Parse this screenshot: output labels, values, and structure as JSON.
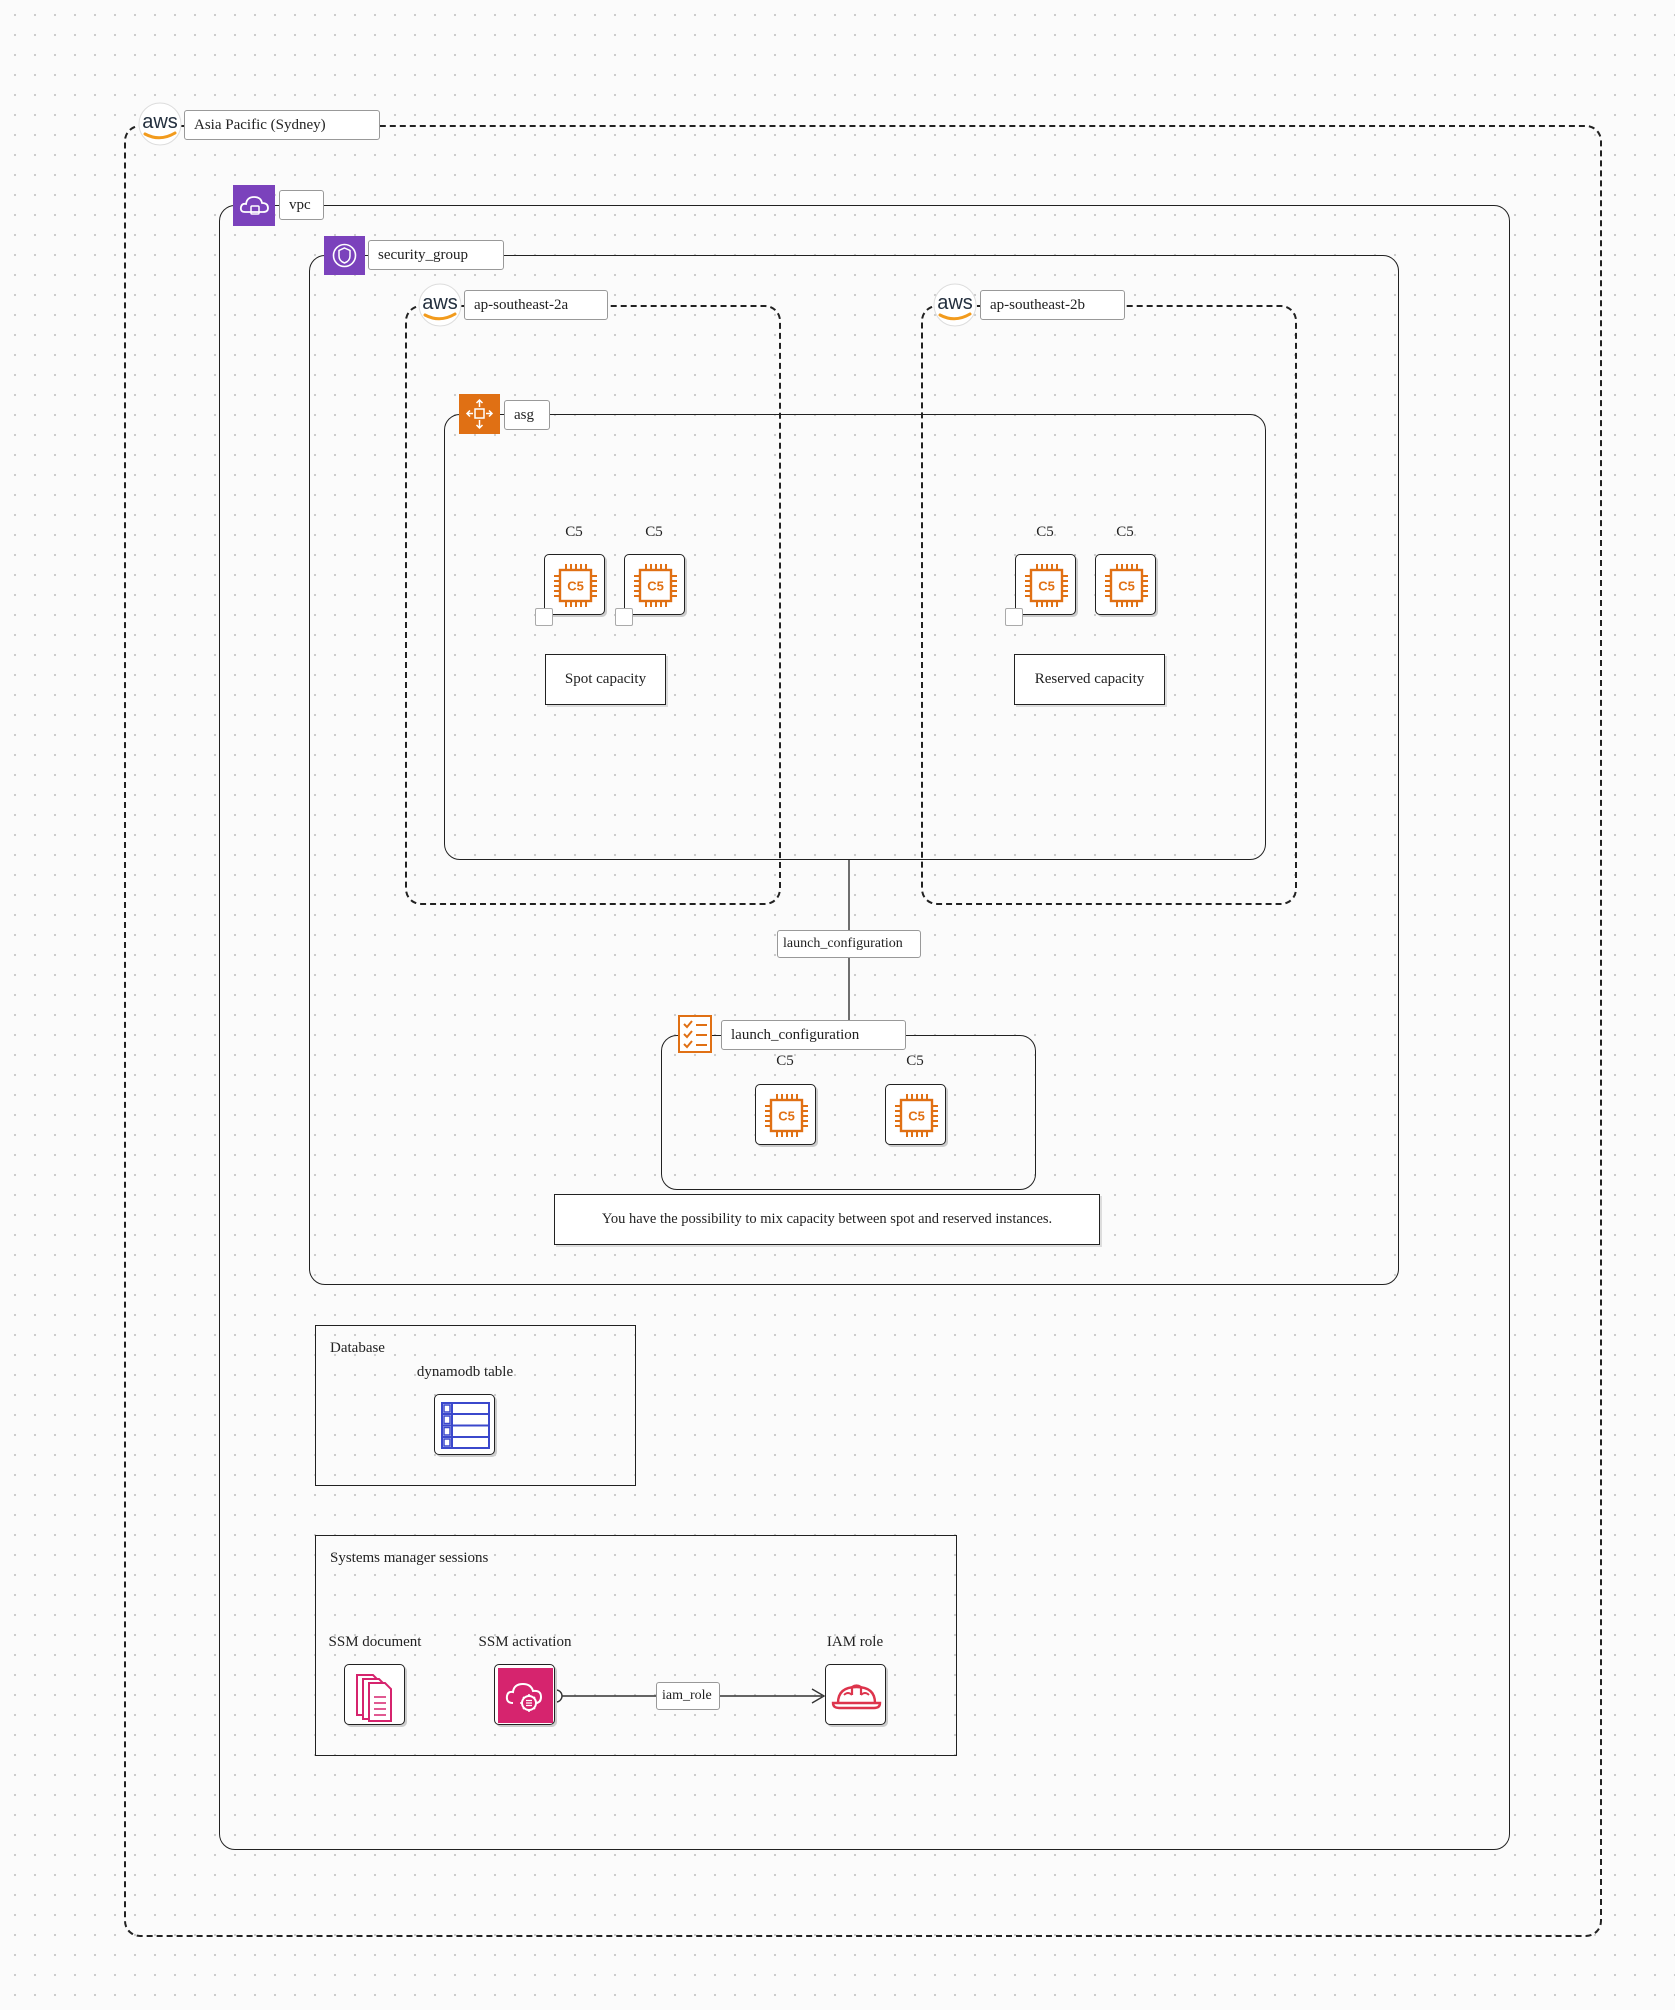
{
  "region": {
    "label": "Asia Pacific (Sydney)",
    "logo_text": "aws"
  },
  "vpc": {
    "label": "vpc"
  },
  "security_group": {
    "label": "security_group"
  },
  "az_a": {
    "label": "ap-southeast-2a",
    "logo_text": "aws"
  },
  "az_b": {
    "label": "ap-southeast-2b",
    "logo_text": "aws"
  },
  "asg": {
    "label": "asg"
  },
  "instances": {
    "a1": {
      "label": "C5",
      "chip_text": "C5"
    },
    "a2": {
      "label": "C5",
      "chip_text": "C5"
    },
    "b1": {
      "label": "C5",
      "chip_text": "C5"
    },
    "b2": {
      "label": "C5",
      "chip_text": "C5"
    },
    "lc1": {
      "label": "C5",
      "chip_text": "C5"
    },
    "lc2": {
      "label": "C5",
      "chip_text": "C5"
    }
  },
  "spot_capacity": {
    "label": "Spot capacity"
  },
  "reserved_capacity": {
    "label": "Reserved capacity"
  },
  "edge_launch_configuration": {
    "label": "launch_configuration"
  },
  "launch_configuration": {
    "label": "launch_configuration"
  },
  "note": {
    "text": "You have the possibility to mix capacity between spot and reserved instances."
  },
  "database": {
    "title": "Database",
    "table_label": "dynamodb table"
  },
  "ssm": {
    "title": "Systems manager sessions",
    "document_label": "SSM document",
    "activation_label": "SSM activation",
    "iam_role_label": "IAM role",
    "edge_label": "iam_role"
  },
  "colors": {
    "ec2_orange": "#e07014",
    "security_purple": "#7b42bc",
    "ssm_pink": "#d6246e",
    "iam_red": "#dd344c",
    "dynamodb_blue": "#3b48cc",
    "aws_smile": "#f29b1d"
  },
  "icons": {
    "region": "aws-logo-icon",
    "vpc": "vpc-cloud-icon",
    "security_group": "security-group-icon",
    "asg": "auto-scaling-icon",
    "instance": "ec2-instance-chip-icon",
    "launch_configuration": "checklist-icon",
    "dynamodb": "dynamodb-table-icon",
    "ssm_document": "documents-icon",
    "ssm_activation": "systems-manager-icon",
    "iam_role": "iam-hardhat-icon"
  }
}
